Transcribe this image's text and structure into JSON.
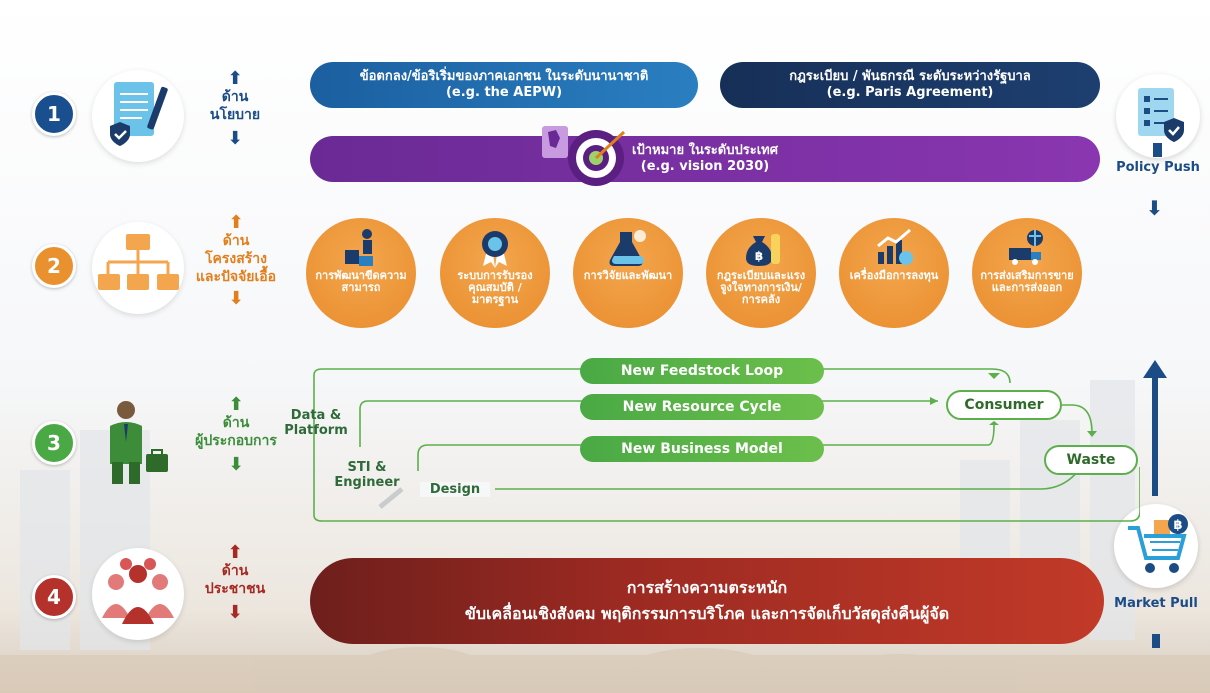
{
  "rows": [
    {
      "number": "1",
      "label_line1": "ด้าน",
      "label_line2": "นโยบาย",
      "color": "#1a4f8f",
      "text_color": "#1b4c86"
    },
    {
      "number": "2",
      "label_line1": "ด้าน",
      "label_line2": "โครงสร้าง",
      "label_line3": "และปัจจัยเอื้อ",
      "color": "#e8912e",
      "text_color": "#e27f1c"
    },
    {
      "number": "3",
      "label_line1": "ด้าน",
      "label_line2": "ผู้ประกอบการ",
      "color": "#4aa945",
      "text_color": "#3c8d3a"
    },
    {
      "number": "4",
      "label_line1": "ด้าน",
      "label_line2": "ประชาชน",
      "color": "#b5312c",
      "text_color": "#a52a24"
    }
  ],
  "policy": {
    "private_line1": "ข้อตกลง/ข้อริเริ่มของภาคเอกชน ในระดับนานาชาติ",
    "private_line2": "(e.g. the AEPW)",
    "gov_line1": "กฎระเบียบ / พันธกรณี ระดับระหว่างรัฐบาล",
    "gov_line2": "(e.g. Paris Agreement)",
    "national_line1": "เป้าหมาย ในระดับประเทศ",
    "national_line2": "(e.g. vision 2030)"
  },
  "enablers": [
    {
      "label": "การพัฒนาขีดความสามารถ",
      "icon": "puzzle-person-icon"
    },
    {
      "label": "ระบบการรับรองคุณสมบัติ / มาตรฐาน",
      "icon": "certificate-badge-icon"
    },
    {
      "label": "การวิจัยและพัฒนา",
      "icon": "flask-gear-icon"
    },
    {
      "label": "กฎระเบียบและแรงจูงใจทางการเงิน/การคลัง",
      "icon": "money-bag-icon"
    },
    {
      "label": "เครื่องมือการลงทุน",
      "icon": "growth-chart-icon"
    },
    {
      "label": "การส่งเสริมการขายและการส่งออก",
      "icon": "export-truck-icon"
    }
  ],
  "business": {
    "loop1": "New Feedstock Loop",
    "loop2": "New Resource Cycle",
    "loop3": "New Business Model",
    "consumer": "Consumer",
    "waste": "Waste",
    "data_platform": "Data & Platform",
    "sti": "STI & Engineer",
    "design": "Design"
  },
  "public": {
    "line1": "การสร้างความตระหนัก",
    "line2": "ขับเคลื่อนเชิงสังคม พฤติกรรมการบริโภค และการจัดเก็บวัสดุส่งคืนผู้จัด"
  },
  "right_side": {
    "policy_push": "Policy Push",
    "market_pull": "Market Pull"
  },
  "colors": {
    "navy": "#1b3c6b",
    "blue": "#1d6fa8",
    "purple": "#7a2fa0",
    "orange": "#e88c2c",
    "green": "#4aa945",
    "red": "#a52a24"
  }
}
